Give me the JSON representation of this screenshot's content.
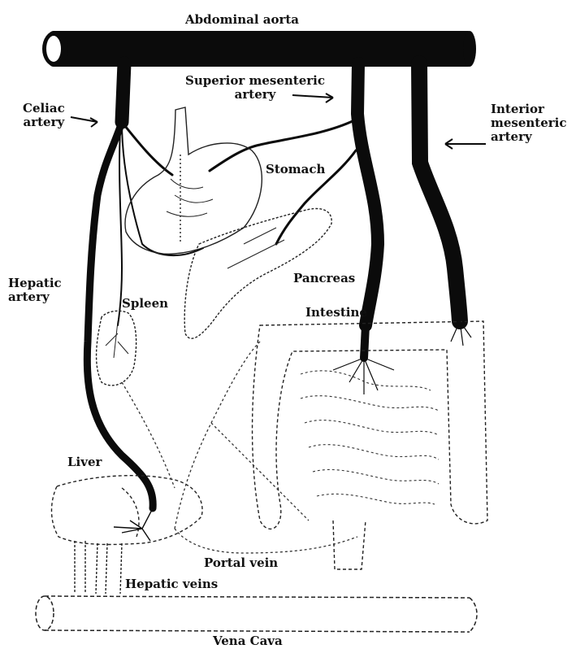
{
  "diagram": {
    "labels": {
      "aorta": "Abdominal aorta",
      "sma_line1": "Superior mesenteric",
      "sma_line2": "artery",
      "celiac_line1": "Celiac",
      "celiac_line2": "artery",
      "ima_line1": "Interior",
      "ima_line2": "mesenteric",
      "ima_line3": "artery",
      "stomach": "Stomach",
      "hepatic_artery_line1": "Hepatic",
      "hepatic_artery_line2": "artery",
      "spleen": "Spleen",
      "pancreas": "Pancreas",
      "intestine": "Intestine",
      "liver": "Liver",
      "portal_vein": "Portal vein",
      "hepatic_veins": "Hepatic veins",
      "vena_cava": "Vena Cava"
    }
  }
}
